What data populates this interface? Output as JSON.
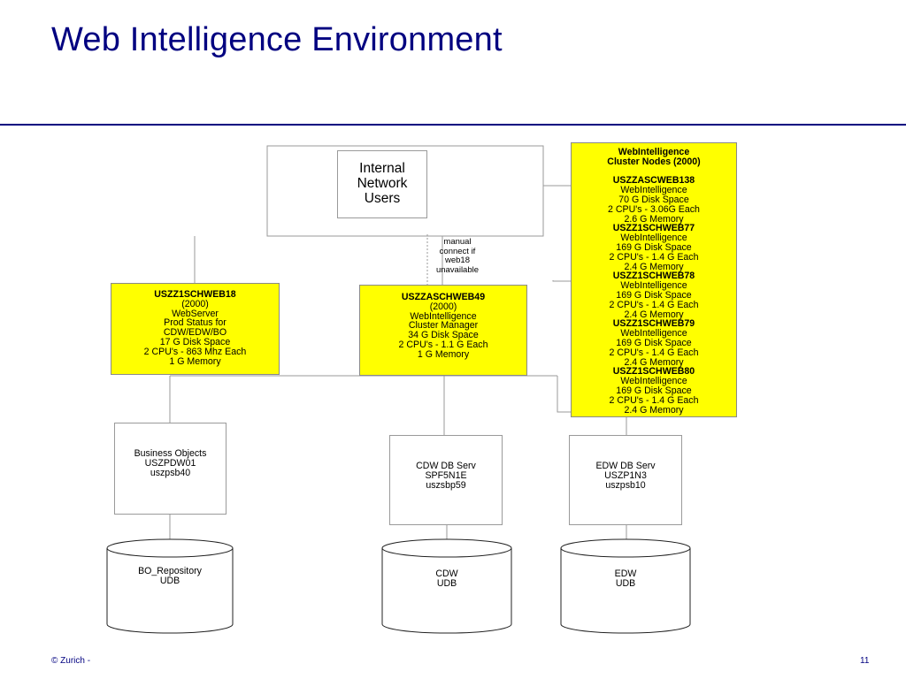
{
  "slide": {
    "title": "Web Intelligence Environment",
    "footer": "© Zurich -",
    "page_number": "11"
  },
  "colors": {
    "title": "#000080",
    "rule": "#000080",
    "server_fill": "#ffff00",
    "connector": "#9a9a9a"
  },
  "diagram": {
    "internal_users": [
      "Internal",
      "Network",
      "Users"
    ],
    "manual_note": [
      "manual",
      "connect if",
      "web18",
      "unavailable"
    ],
    "web18": {
      "name": "USZZ1SCHWEB18",
      "details": [
        "(2000)",
        "WebServer",
        "Prod Status for",
        "CDW/EDW/BO",
        "17 G Disk Space",
        "2 CPU's - 863 Mhz Each",
        "1 G Memory"
      ]
    },
    "web49": {
      "name": "USZZASCHWEB49",
      "details": [
        "(2000)",
        "WebIntelligence",
        "Cluster Manager",
        "34 G Disk Space",
        "2 CPU's - 1.1 G Each",
        "1 G Memory"
      ]
    },
    "cluster": {
      "heading": [
        "WebIntelligence",
        "Cluster Nodes (2000)"
      ],
      "nodes": [
        {
          "name": "USZZASCWEB138",
          "details": [
            "WebIntelligence",
            "70 G Disk Space",
            "2 CPU's - 3.06G Each",
            "2.6 G Memory"
          ]
        },
        {
          "name": "USZZ1SCHWEB77",
          "details": [
            "WebIntelligence",
            "169 G Disk Space",
            "2 CPU's - 1.4 G Each",
            "2.4 G Memory"
          ]
        },
        {
          "name": "USZZ1SCHWEB78",
          "details": [
            "WebIntelligence",
            "169 G Disk Space",
            "2 CPU's - 1.4 G Each",
            "2.4 G Memory"
          ]
        },
        {
          "name": "USZZ1SCHWEB79",
          "details": [
            "WebIntelligence",
            "169 G Disk Space",
            "2 CPU's - 1.4 G Each",
            "2.4 G Memory"
          ]
        },
        {
          "name": "USZZ1SCHWEB80",
          "details": [
            "WebIntelligence",
            "169 G Disk Space",
            "2 CPU's - 1.4 G Each",
            "2.4 G Memory"
          ]
        }
      ]
    },
    "bo_server": [
      "Business Objects",
      "USZPDW01",
      "uszpsb40"
    ],
    "cdw_server": [
      "CDW DB Serv",
      "SPF5N1E",
      "uszsbp59"
    ],
    "edw_server": [
      "EDW DB Serv",
      "USZP1N3",
      "uszpsb10"
    ],
    "bo_db": [
      "BO_Repository",
      "UDB"
    ],
    "cdw_db": [
      "CDW",
      "UDB"
    ],
    "edw_db": [
      "EDW",
      "UDB"
    ]
  }
}
